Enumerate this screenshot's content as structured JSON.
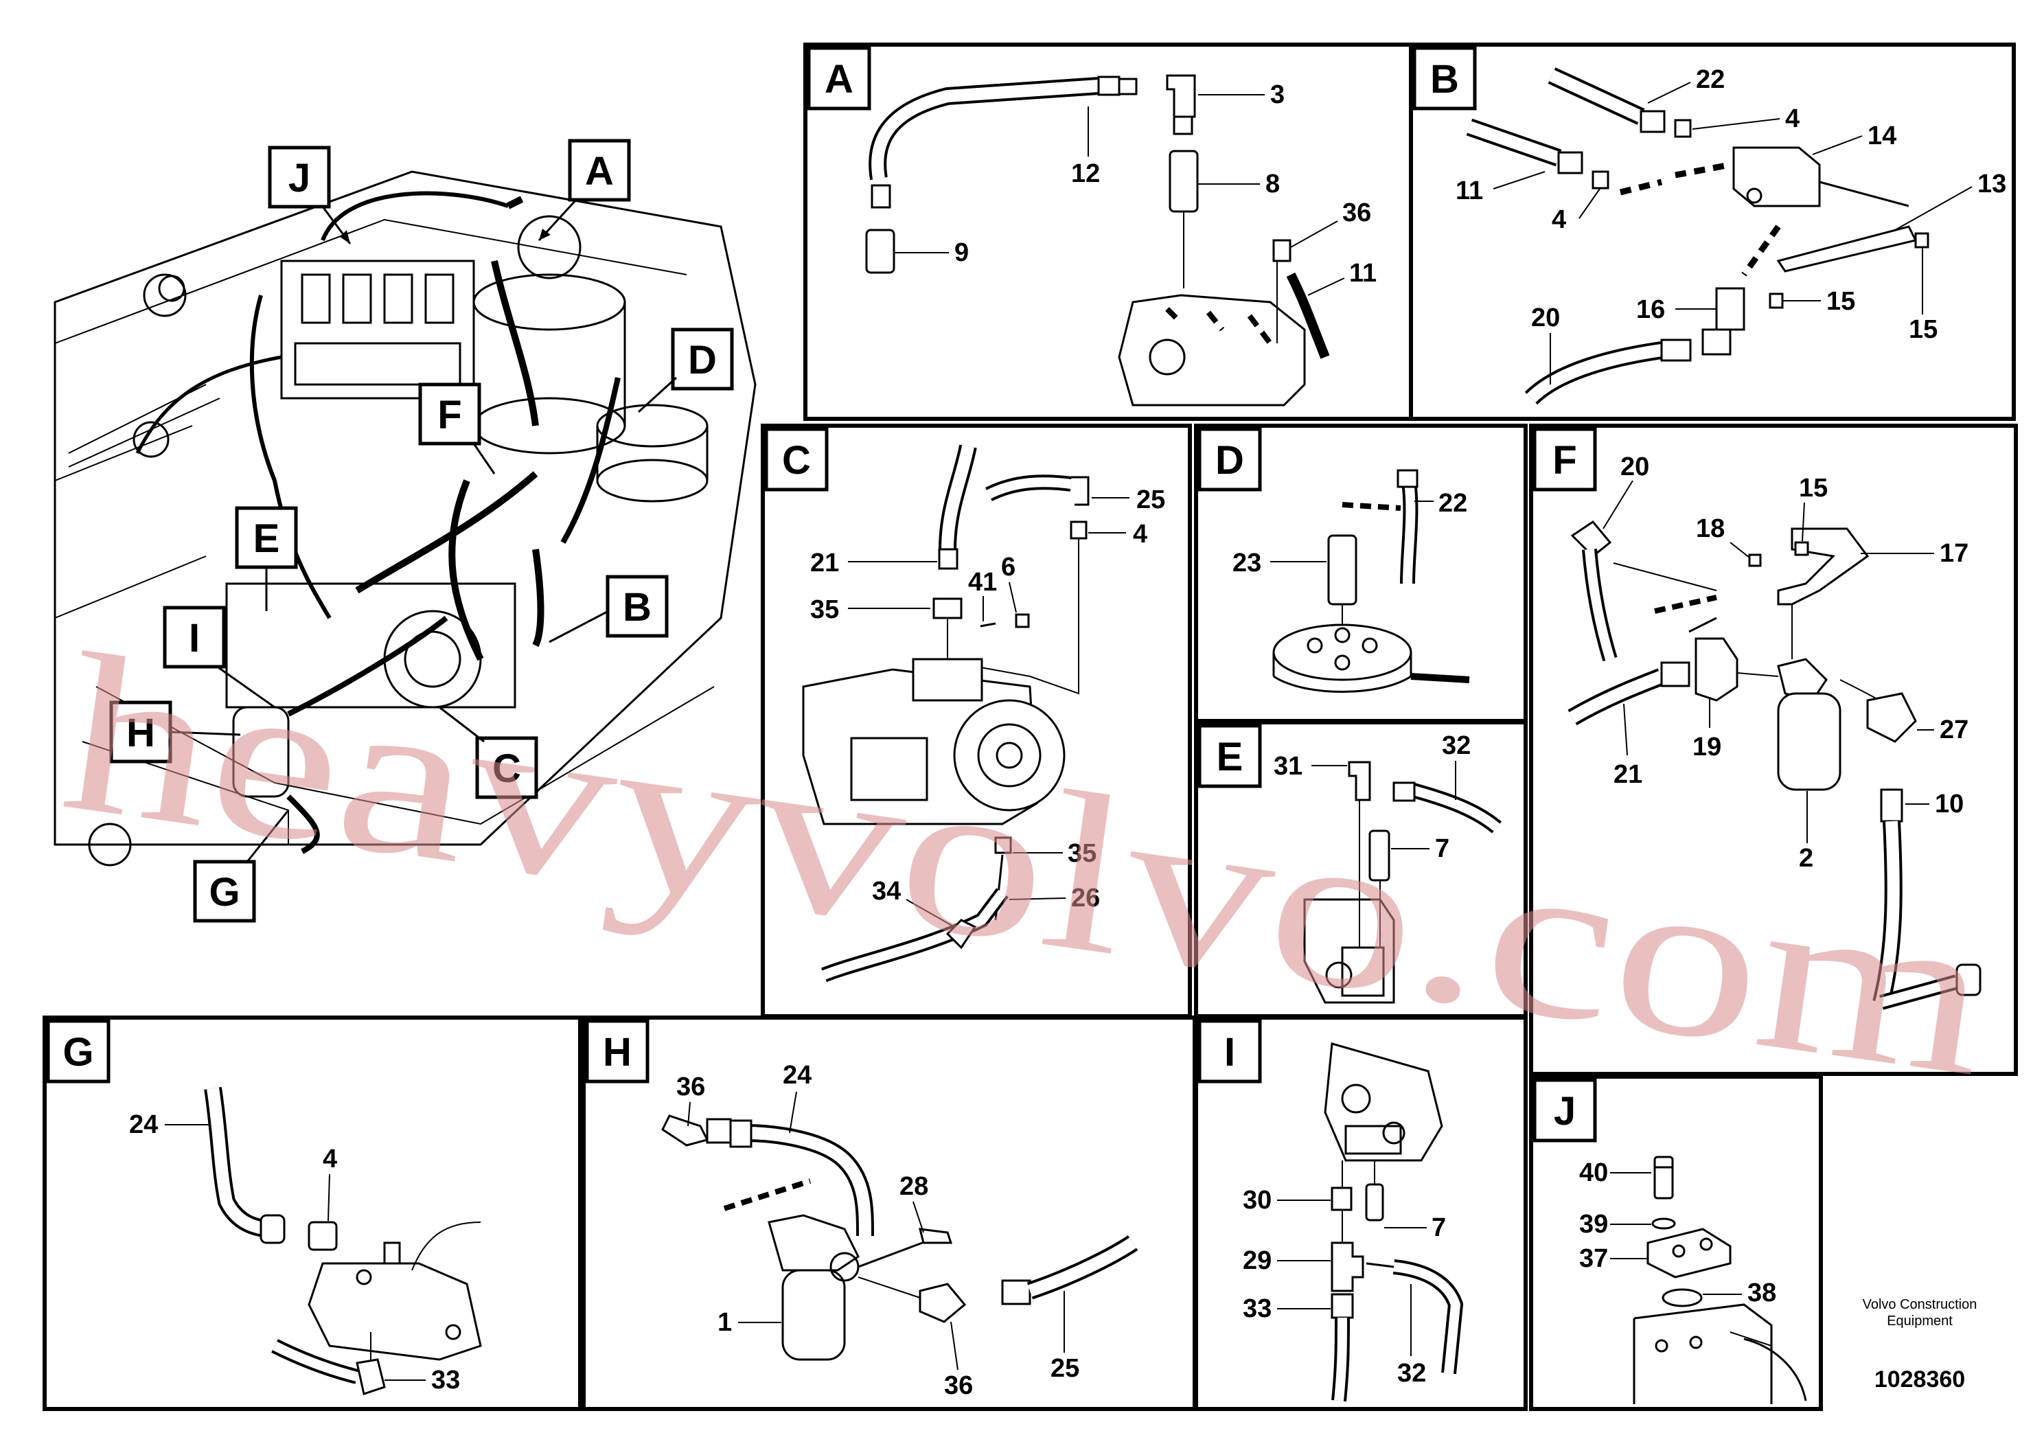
{
  "overview": {
    "callouts": [
      "J",
      "A",
      "D",
      "F",
      "E",
      "B",
      "I",
      "H",
      "C",
      "G"
    ]
  },
  "panels": {
    "A": {
      "label": "A",
      "parts": [
        "3",
        "12",
        "8",
        "36",
        "9",
        "11"
      ]
    },
    "B": {
      "label": "B",
      "parts": [
        "22",
        "4",
        "14",
        "11",
        "4",
        "13",
        "16",
        "15",
        "20",
        "15"
      ]
    },
    "C": {
      "label": "C",
      "parts": [
        "25",
        "4",
        "21",
        "41",
        "6",
        "35",
        "35",
        "34",
        "26"
      ]
    },
    "D": {
      "label": "D",
      "parts": [
        "22",
        "23"
      ]
    },
    "E": {
      "label": "E",
      "parts": [
        "31",
        "32",
        "7"
      ]
    },
    "F": {
      "label": "F",
      "parts": [
        "20",
        "15",
        "18",
        "17",
        "27",
        "19",
        "21",
        "10",
        "2"
      ]
    },
    "G": {
      "label": "G",
      "parts": [
        "24",
        "4",
        "33"
      ]
    },
    "H": {
      "label": "H",
      "parts": [
        "36",
        "24",
        "28",
        "1",
        "36",
        "25"
      ]
    },
    "I": {
      "label": "I",
      "parts": [
        "30",
        "7",
        "29",
        "33",
        "32"
      ]
    },
    "J": {
      "label": "J",
      "parts": [
        "40",
        "39",
        "37",
        "38"
      ]
    }
  },
  "footer": {
    "credit_line1": "Volvo Construction",
    "credit_line2": "Equipment",
    "doc_number": "1028360"
  },
  "watermark": {
    "text": "heavyvolvo.com",
    "color": "#d98c8c"
  }
}
